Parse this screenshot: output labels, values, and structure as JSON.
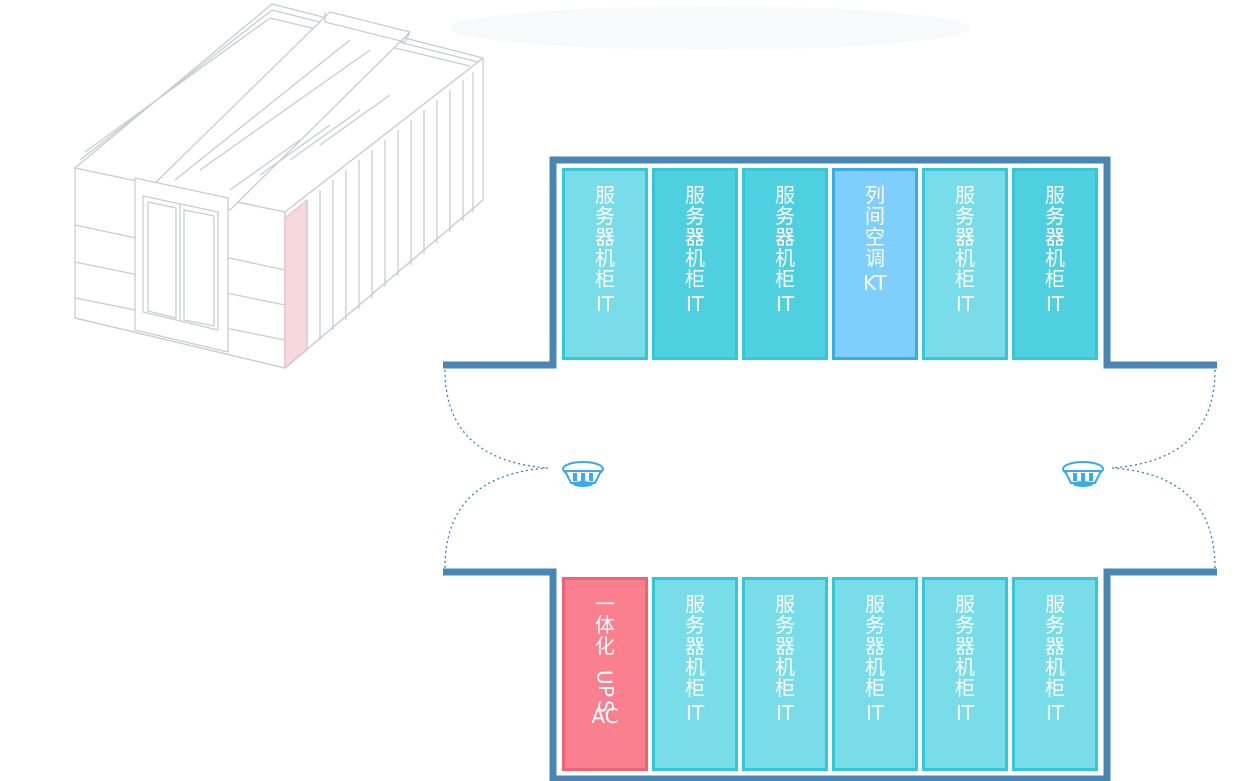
{
  "colors": {
    "wall": "#4a86b3",
    "server_fill": "#78dde8",
    "server_fill_alt": "#4fd0e0",
    "server_border": "#33c8d9",
    "ac_fill": "#7fcffc",
    "ac_border": "#3aabea",
    "ups_fill": "#fa8090",
    "ups_border": "#ef6474",
    "door_arc": "#3c7fb6",
    "sensor": "#3aaaea",
    "building_line": "#c9ccd1",
    "building_highlight": "#f6d9dd",
    "label_text": "#ffffff"
  },
  "icons": {
    "building": "isometric-container-datacenter",
    "sensor": "smoke-detector-icon"
  },
  "top_row": [
    {
      "kind": "server",
      "label": "服务器机柜",
      "code": "IT"
    },
    {
      "kind": "server",
      "label": "服务器机柜",
      "code": "IT"
    },
    {
      "kind": "server",
      "label": "服务器机柜",
      "code": "IT"
    },
    {
      "kind": "ac",
      "label": "列间空调",
      "code": "KT"
    },
    {
      "kind": "server",
      "label": "服务器机柜",
      "code": "IT"
    },
    {
      "kind": "server",
      "label": "服务器机柜",
      "code": "IT"
    }
  ],
  "bottom_row": [
    {
      "kind": "ups",
      "label": "一体化UPS",
      "code": "AC"
    },
    {
      "kind": "server",
      "label": "服务器机柜",
      "code": "IT"
    },
    {
      "kind": "server",
      "label": "服务器机柜",
      "code": "IT"
    },
    {
      "kind": "server",
      "label": "服务器机柜",
      "code": "IT"
    },
    {
      "kind": "server",
      "label": "服务器机柜",
      "code": "IT"
    },
    {
      "kind": "server",
      "label": "服务器机柜",
      "code": "IT"
    }
  ]
}
